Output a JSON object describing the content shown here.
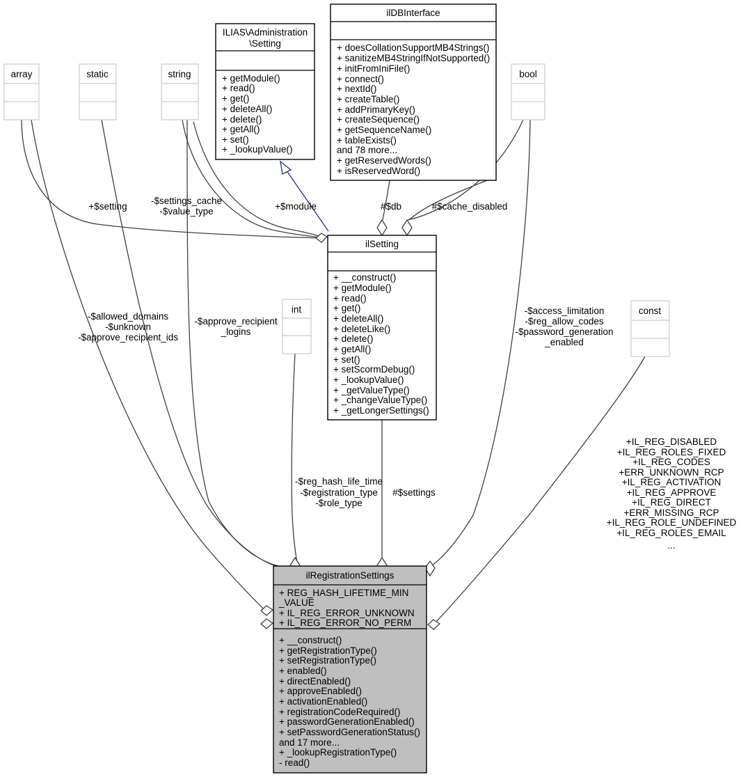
{
  "diagram": {
    "kind": "uml-class-diagram",
    "background": "#ffffff",
    "highlight_fill": "#bfbfbf",
    "link_color": "#404040",
    "inheritance_color": "#2a2a8c"
  },
  "classes": {
    "array": {
      "name": "array",
      "members": [],
      "methods": []
    },
    "static": {
      "name": "static",
      "members": [],
      "methods": []
    },
    "string": {
      "name": "string",
      "members": [],
      "methods": []
    },
    "bool": {
      "name": "bool",
      "members": [],
      "methods": []
    },
    "int": {
      "name": "int",
      "members": [],
      "methods": []
    },
    "const": {
      "name": "const",
      "members": [],
      "methods": []
    },
    "setting": {
      "name_line1": "ILIAS\\Administration",
      "name_line2": "\\Setting",
      "methods": [
        "+ getModule()",
        "+ read()",
        "+ get()",
        "+ deleteAll()",
        "+ delete()",
        "+ getAll()",
        "+ set()",
        "+ _lookupValue()"
      ]
    },
    "ildbinterface": {
      "name": "ilDBInterface",
      "methods": [
        "+ doesCollationSupportMB4Strings()",
        "+ sanitizeMB4StringIfNotSupported()",
        "+ initFromIniFile()",
        "+ connect()",
        "+ nextId()",
        "+ createTable()",
        "+ addPrimaryKey()",
        "+ createSequence()",
        "+ getSequenceName()",
        "+ tableExists()",
        "and 78 more...",
        "+ getReservedWords()",
        "+ isReservedWord()"
      ]
    },
    "ilsetting": {
      "name": "ilSetting",
      "methods": [
        "+ __construct()",
        "+ getModule()",
        "+ read()",
        "+ get()",
        "+ deleteAll()",
        "+ deleteLike()",
        "+ delete()",
        "+ getAll()",
        "+ set()",
        "+ setScormDebug()",
        "+ _lookupValue()",
        "+ _getValueType()",
        "+ _changeValueType()",
        "+ _getLongerSettings()"
      ]
    },
    "ilregistrationsettings": {
      "name": "ilRegistrationSettings",
      "attributes": [
        "+ REG_HASH_LIFETIME_MIN",
        "_VALUE",
        "+ IL_REG_ERROR_UNKNOWN",
        "+ IL_REG_ERROR_NO_PERM"
      ],
      "methods": [
        "+ __construct()",
        "+ getRegistrationType()",
        "+ setRegistrationType()",
        "+ enabled()",
        "+ directEnabled()",
        "+ approveEnabled()",
        "+ activationEnabled()",
        "+ registrationCodeRequired()",
        "+ passwordGenerationEnabled()",
        "+ setPasswordGenerationStatus()",
        "and 17 more...",
        "+ _lookupRegistrationType()",
        "- read()"
      ]
    }
  },
  "edge_labels": {
    "setting_assoc": {
      "lines": [
        "+$setting"
      ]
    },
    "settings_cache": {
      "lines": [
        "-$settings_cache",
        "-$value_type"
      ]
    },
    "module": {
      "lines": [
        "+$module"
      ]
    },
    "db": {
      "lines": [
        "#$db"
      ]
    },
    "cache_disabled": {
      "lines": [
        "#$cache_disabled"
      ]
    },
    "allowed_domains": {
      "lines": [
        "-$allowed_domains",
        "-$unknown",
        "-$approve_recipient_ids"
      ]
    },
    "approve_recipient_logins": {
      "lines": [
        "-$approve_recipient",
        "_logins"
      ]
    },
    "access_limitation": {
      "lines": [
        "-$access_limitation",
        "-$reg_allow_codes",
        "-$password_generation",
        "_enabled"
      ]
    },
    "reg_hash": {
      "lines": [
        "-$reg_hash_life_time",
        "-$registration_type",
        "-$role_type"
      ]
    },
    "settings": {
      "lines": [
        "#$settings"
      ]
    },
    "constants": {
      "lines": [
        "+IL_REG_DISABLED",
        "+IL_REG_ROLES_FIXED",
        "+IL_REG_CODES",
        "+ERR_UNKNOWN_RCP",
        "+IL_REG_ACTIVATION",
        "+IL_REG_APPROVE",
        "+IL_REG_DIRECT",
        "+ERR_MISSING_RCP",
        "+IL_REG_ROLE_UNDEFINED",
        "+IL_REG_ROLES_EMAIL",
        "..."
      ]
    }
  }
}
